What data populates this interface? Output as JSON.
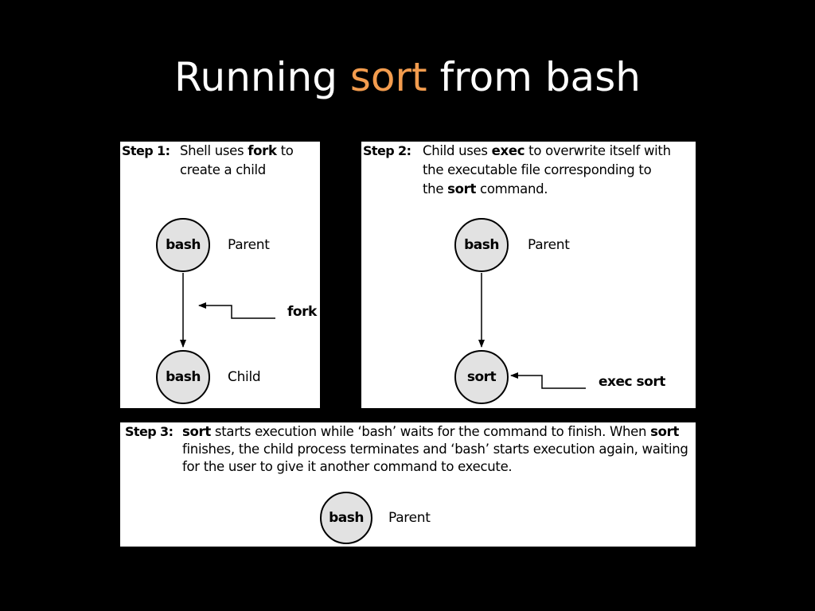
{
  "title": {
    "prefix": "Running",
    "accent": "sort",
    "suffix": "from bash"
  },
  "colors": {
    "background": "#000000",
    "title_text": "#ffffff",
    "title_accent": "#f39c4e",
    "panel_background": "#ffffff",
    "node_fill": "#e2e2e2"
  },
  "step1": {
    "label": "Step 1:",
    "desc_line1_pre": "Shell uses ",
    "desc_line1_bold": "fork",
    "desc_line1_post": " to",
    "desc_line2": "create a child",
    "node_top": "bash",
    "node_top_role": "Parent",
    "node_bottom": "bash",
    "node_bottom_role": "Child",
    "callout": "fork"
  },
  "step2": {
    "label": "Step 2:",
    "desc_line1_pre": "Child uses ",
    "desc_line1_bold": "exec",
    "desc_line1_post": " to overwrite itself with",
    "desc_line2": "the executable file corresponding to",
    "desc_line3_pre": "the ",
    "desc_line3_bold": "sort",
    "desc_line3_post": " command.",
    "node_top": "bash",
    "node_top_role": "Parent",
    "node_bottom": "sort",
    "callout": "exec sort"
  },
  "step3": {
    "label": "Step 3:",
    "desc_line1_bold1": "sort",
    "desc_line1_mid": " starts execution while ‘bash’ waits for the command to finish. When ",
    "desc_line1_bold2": "sort",
    "desc_line2": "finishes, the child process terminates and ‘bash’ starts execution again, waiting",
    "desc_line3": "for the user to give it another command to execute.",
    "node": "bash",
    "node_role": "Parent"
  }
}
